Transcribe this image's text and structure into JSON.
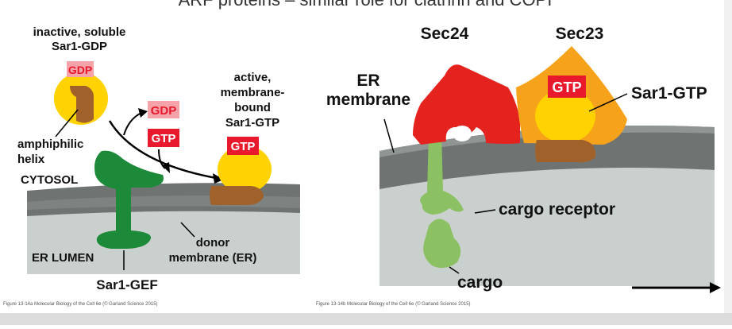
{
  "header": {
    "text": "ARF proteins – similar role for clathrin and COPI"
  },
  "left_panel": {
    "labels": {
      "inactive": "inactive, soluble",
      "sar1_gdp": "Sar1-GDP",
      "gdp_badge": "GDP",
      "amphiphilic": "amphiphilic",
      "helix": "helix",
      "gdp_out": "GDP",
      "gtp_in": "GTP",
      "active": "active,",
      "membrane": "membrane-",
      "bound": "bound",
      "sar1_gtp": "Sar1-GTP",
      "gtp_badge": "GTP",
      "cytosol": "CYTOSOL",
      "er_lumen": "ER LUMEN",
      "donor": "donor",
      "donor_membrane": "membrane (ER)",
      "sar1_gef": "Sar1-GEF"
    },
    "credit": "Figure 13-14a  Molecular Biology of the Cell 6e (© Garland Science 2015)"
  },
  "right_panel": {
    "labels": {
      "sec24": "Sec24",
      "sec23": "Sec23",
      "er": "ER",
      "er_membrane": "membrane",
      "gtp_badge": "GTP",
      "sar1_gtp": "Sar1-GTP",
      "cargo_receptor": "cargo receptor",
      "cargo": "cargo"
    },
    "credit": "Figure 13-14b  Molecular Biology of the Cell 6e (© Garland Science 2015)"
  },
  "colors": {
    "membrane_dark": "#6f7473",
    "membrane_light": "#8f9592",
    "lumen": "#c9d0cd",
    "sar1_yellow": "#ffd200",
    "helix_brown": "#a0622a",
    "gtp_red": "#e8192c",
    "gdp_pink": "#f5a3a8",
    "gef_green": "#1d8a3a",
    "sec24_red": "#e4231f",
    "sec23_orange": "#f7a21b",
    "cargo_green": "#8cc163"
  }
}
